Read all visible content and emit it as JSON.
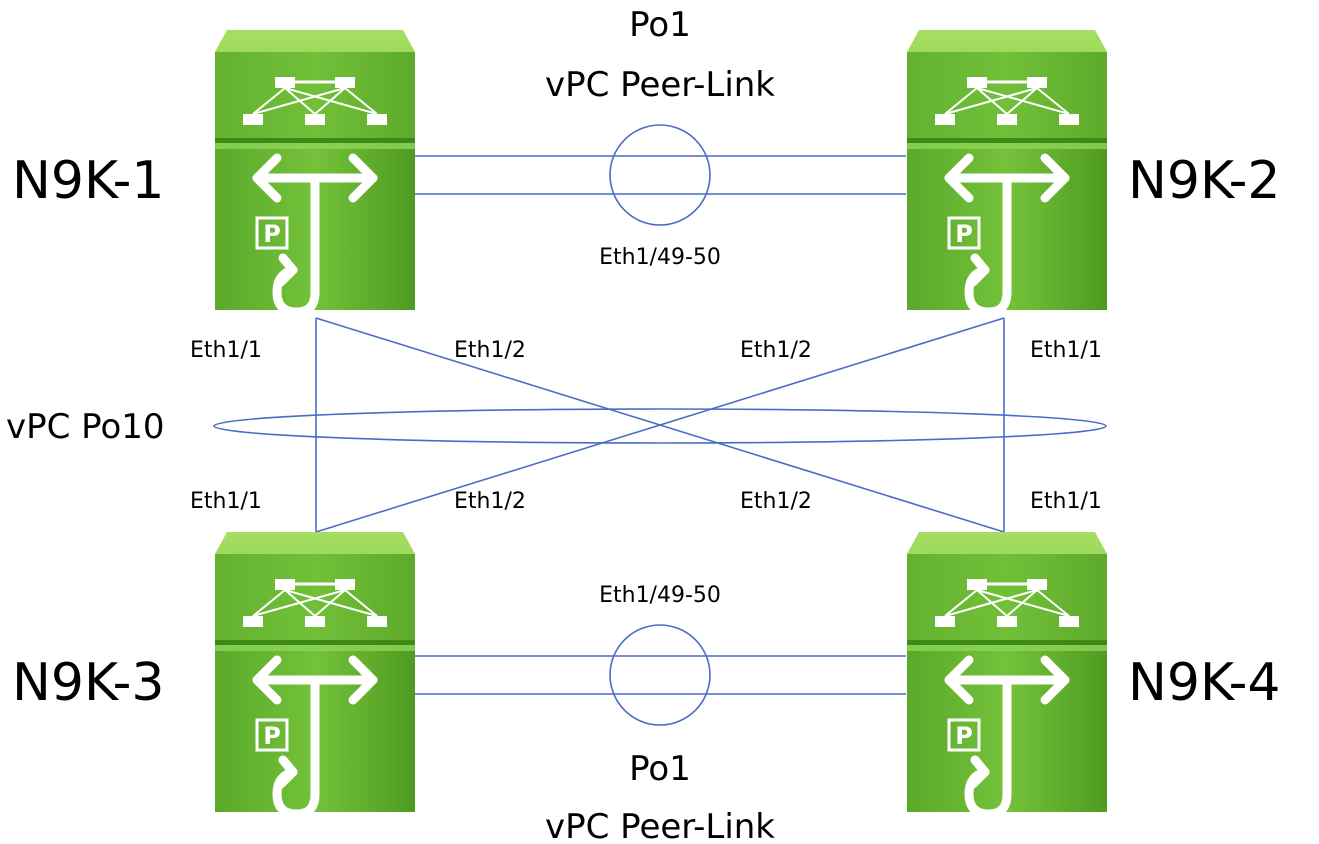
{
  "colors": {
    "link": "#4a6cc4",
    "switch_light": "#8ed24a",
    "switch_mid": "#62b22c",
    "switch_dark": "#3f8f18",
    "switch_top": "#a6de63",
    "background": "#ffffff"
  },
  "icon": "nexus-9000-switch-icon",
  "switches": {
    "n1": "N9K-1",
    "n2": "N9K-2",
    "n3": "N9K-3",
    "n4": "N9K-4"
  },
  "peer_links": {
    "top": {
      "po": "Po1",
      "title": "vPC Peer-Link",
      "ports": "Eth1/49-50"
    },
    "bottom": {
      "po": "Po1",
      "title": "vPC Peer-Link",
      "ports": "Eth1/49-50"
    }
  },
  "vpc": {
    "label": "vPC Po10"
  },
  "ports": {
    "n1_a": "Eth1/1",
    "n1_b": "Eth1/2",
    "n2_b": "Eth1/2",
    "n2_a": "Eth1/1",
    "n3_a": "Eth1/1",
    "n3_b": "Eth1/2",
    "n4_b": "Eth1/2",
    "n4_a": "Eth1/1"
  }
}
